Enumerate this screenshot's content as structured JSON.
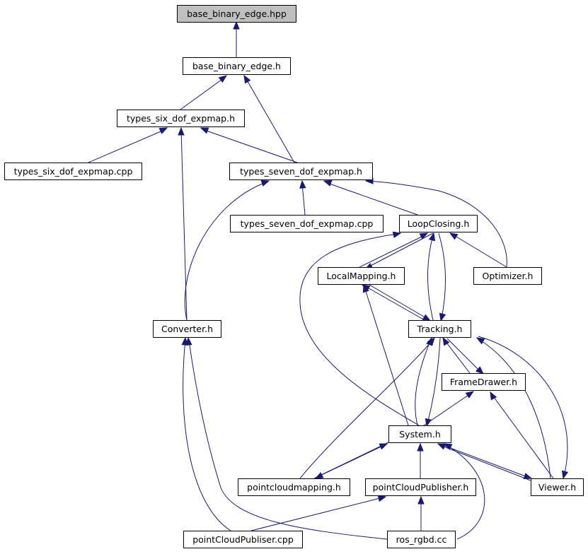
{
  "title": "",
  "colors": {
    "edge": "#191970",
    "highlight_fill": "#bfbfbf",
    "node_border": "#000000",
    "background": "#ffffff"
  },
  "nodes": [
    {
      "id": "base_binary_edge_hpp",
      "label": "base_binary_edge.hpp",
      "highlighted": true
    },
    {
      "id": "base_binary_edge_h",
      "label": "base_binary_edge.h"
    },
    {
      "id": "types_six_dof_expmap_h",
      "label": "types_six_dof_expmap.h"
    },
    {
      "id": "types_six_dof_expmap_cpp",
      "label": "types_six_dof_expmap.cpp"
    },
    {
      "id": "types_seven_dof_expmap_h",
      "label": "types_seven_dof_expmap.h"
    },
    {
      "id": "types_seven_dof_expmap_cpp",
      "label": "types_seven_dof_expmap.cpp"
    },
    {
      "id": "LoopClosing_h",
      "label": "LoopClosing.h"
    },
    {
      "id": "LocalMapping_h",
      "label": "LocalMapping.h"
    },
    {
      "id": "Optimizer_h",
      "label": "Optimizer.h"
    },
    {
      "id": "Converter_h",
      "label": "Converter.h"
    },
    {
      "id": "Tracking_h",
      "label": "Tracking.h"
    },
    {
      "id": "FrameDrawer_h",
      "label": "FrameDrawer.h"
    },
    {
      "id": "System_h",
      "label": "System.h"
    },
    {
      "id": "pointcloudmapping_h",
      "label": "pointcloudmapping.h"
    },
    {
      "id": "pointCloudPublisher_h",
      "label": "pointCloudPublisher.h"
    },
    {
      "id": "Viewer_h",
      "label": "Viewer.h"
    },
    {
      "id": "pointCloudPubliser_cpp",
      "label": "pointCloudPubliser.cpp"
    },
    {
      "id": "ros_rgbd_cc",
      "label": "ros_rgbd.cc"
    }
  ],
  "edges": [
    {
      "from": "base_binary_edge_h",
      "to": "base_binary_edge_hpp"
    },
    {
      "from": "types_six_dof_expmap_h",
      "to": "base_binary_edge_h"
    },
    {
      "from": "types_seven_dof_expmap_h",
      "to": "base_binary_edge_h"
    },
    {
      "from": "types_six_dof_expmap_cpp",
      "to": "types_six_dof_expmap_h"
    },
    {
      "from": "types_seven_dof_expmap_h",
      "to": "types_six_dof_expmap_h"
    },
    {
      "from": "Converter_h",
      "to": "types_six_dof_expmap_h"
    },
    {
      "from": "types_seven_dof_expmap_cpp",
      "to": "types_seven_dof_expmap_h"
    },
    {
      "from": "LoopClosing_h",
      "to": "types_seven_dof_expmap_h"
    },
    {
      "from": "Optimizer_h",
      "to": "types_seven_dof_expmap_h"
    },
    {
      "from": "Converter_h",
      "to": "types_seven_dof_expmap_h"
    },
    {
      "from": "LocalMapping_h",
      "to": "LoopClosing_h"
    },
    {
      "from": "LoopClosing_h",
      "to": "LocalMapping_h"
    },
    {
      "from": "Optimizer_h",
      "to": "LoopClosing_h"
    },
    {
      "from": "Tracking_h",
      "to": "LoopClosing_h"
    },
    {
      "from": "LoopClosing_h",
      "to": "Tracking_h"
    },
    {
      "from": "System_h",
      "to": "LoopClosing_h"
    },
    {
      "from": "Tracking_h",
      "to": "LocalMapping_h"
    },
    {
      "from": "LocalMapping_h",
      "to": "Tracking_h"
    },
    {
      "from": "System_h",
      "to": "LocalMapping_h"
    },
    {
      "from": "FrameDrawer_h",
      "to": "Tracking_h"
    },
    {
      "from": "Tracking_h",
      "to": "FrameDrawer_h"
    },
    {
      "from": "System_h",
      "to": "Tracking_h"
    },
    {
      "from": "Tracking_h",
      "to": "System_h"
    },
    {
      "from": "Viewer_h",
      "to": "Tracking_h"
    },
    {
      "from": "Tracking_h",
      "to": "Viewer_h"
    },
    {
      "from": "pointcloudmapping_h",
      "to": "Tracking_h"
    },
    {
      "from": "System_h",
      "to": "FrameDrawer_h"
    },
    {
      "from": "Viewer_h",
      "to": "FrameDrawer_h"
    },
    {
      "from": "pointcloudmapping_h",
      "to": "System_h"
    },
    {
      "from": "System_h",
      "to": "pointcloudmapping_h"
    },
    {
      "from": "pointCloudPublisher_h",
      "to": "System_h"
    },
    {
      "from": "Viewer_h",
      "to": "System_h"
    },
    {
      "from": "System_h",
      "to": "Viewer_h"
    },
    {
      "from": "ros_rgbd_cc",
      "to": "System_h"
    },
    {
      "from": "pointCloudPubliser_cpp",
      "to": "pointCloudPublisher_h"
    },
    {
      "from": "ros_rgbd_cc",
      "to": "pointCloudPublisher_h"
    },
    {
      "from": "pointCloudPubliser_cpp",
      "to": "Converter_h"
    },
    {
      "from": "ros_rgbd_cc",
      "to": "Converter_h"
    }
  ]
}
